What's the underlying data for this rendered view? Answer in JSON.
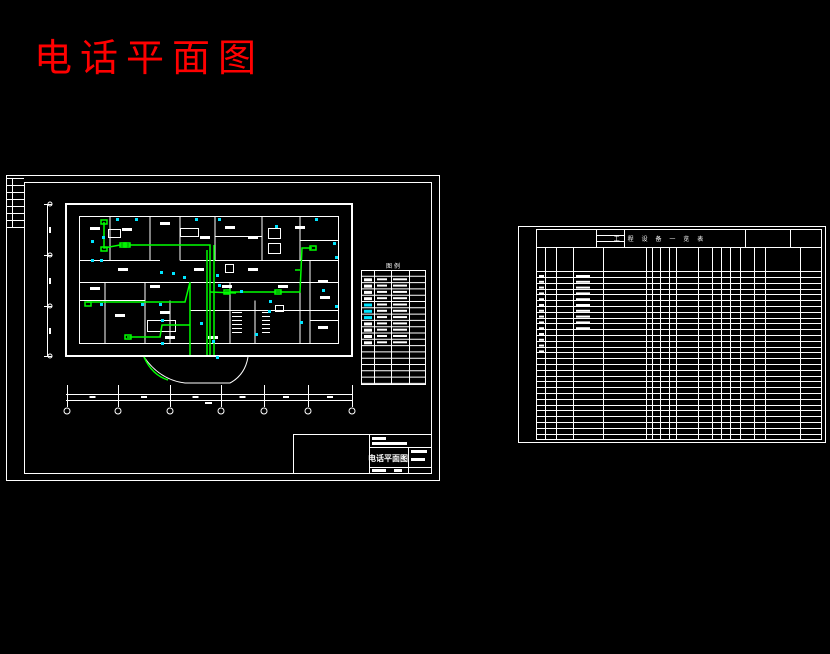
{
  "title": "电话平面图",
  "colors": {
    "title": "#ff0000",
    "lines": "#ffffff",
    "telephone_wiring": "#00ff00",
    "outlets": "#00e5ff",
    "background": "#000000"
  },
  "sheet1": {
    "legend_title": "图 例",
    "title_block_name": "电话平面图"
  },
  "sheet2": {
    "table_title": "工 程 设 备 一 览 表"
  }
}
